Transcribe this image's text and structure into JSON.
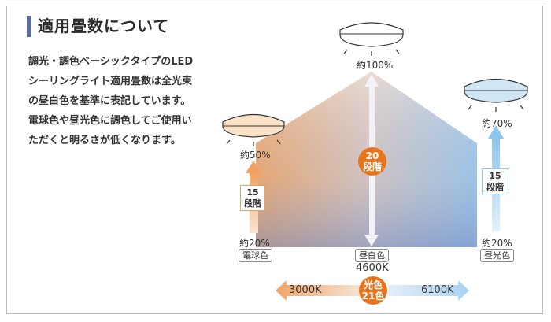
{
  "title": "適用畳数について",
  "description": [
    "調光・調色ベーシックタイプのLED",
    "シーリングライト適用畳数は全光束",
    "の昼白色を基準に表記しています。",
    "電球色や昼光色に調色してご使用い",
    "ただくと明るさが低くなります。"
  ],
  "center": {
    "top_pct": "約100%",
    "steps": "20\n段階",
    "label": "昼白色",
    "kelvin": "4600K"
  },
  "left": {
    "top_pct": "約50%",
    "steps": "15\n段階",
    "bottom_pct": "約20%",
    "label": "電球色"
  },
  "right": {
    "top_pct": "約70%",
    "steps": "15\n段階",
    "bottom_pct": "約20%",
    "label": "昼光色"
  },
  "color_scale": {
    "min": "3000K",
    "max": "6100K",
    "badge": "光色\n21色"
  },
  "colors": {
    "accent_bar": "#5b6c96",
    "orange": "#e8731d",
    "warm": "#f2a25c",
    "cool": "#a9d3ef"
  }
}
